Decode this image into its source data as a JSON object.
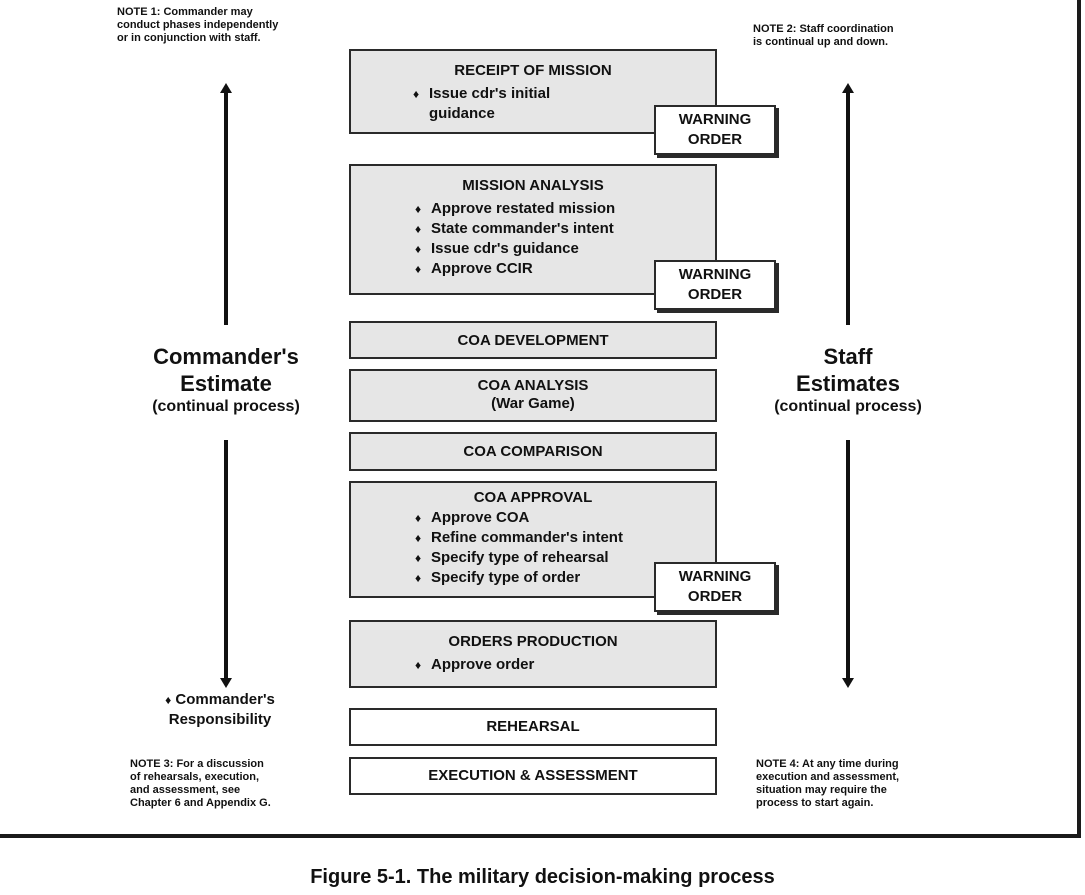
{
  "notes": {
    "note1": [
      "NOTE 1:  Commander may",
      "conduct phases independently",
      "or in conjunction with staff."
    ],
    "note2": [
      "NOTE 2:  Staff coordination",
      "is continual up and down."
    ],
    "note3": [
      "NOTE 3:  For a discussion",
      "of rehearsals, execution,",
      "and assessment, see",
      "Chapter 6 and Appendix G."
    ],
    "note4": [
      "NOTE 4:  At any time during",
      "execution and assessment,",
      "situation may require the",
      "process to start again."
    ]
  },
  "left_side": {
    "title_line1": "Commander's",
    "title_line2": "Estimate",
    "subtitle": "(continual process)",
    "legend_bullet": "♦",
    "legend_line1": "Commander's",
    "legend_line2": "Responsibility"
  },
  "right_side": {
    "title_line1": "Staff",
    "title_line2": "Estimates",
    "subtitle": "(continual process)"
  },
  "bullet_glyph": "♦",
  "phases": {
    "receipt": {
      "title": "RECEIPT OF MISSION",
      "bullets": [
        "Issue cdr's initial",
        "guidance"
      ]
    },
    "mission_analysis": {
      "title": "MISSION ANALYSIS",
      "bullets": [
        "Approve restated mission",
        "State commander's intent",
        "Issue cdr's guidance",
        "Approve CCIR"
      ]
    },
    "coa_development": {
      "title": "COA DEVELOPMENT"
    },
    "coa_analysis": {
      "title": "COA ANALYSIS",
      "subtitle": "(War Game)"
    },
    "coa_comparison": {
      "title": "COA COMPARISON"
    },
    "coa_approval": {
      "title": "COA APPROVAL",
      "bullets": [
        "Approve COA",
        "Refine commander's intent",
        "Specify type of rehearsal",
        "Specify type of order"
      ]
    },
    "orders_production": {
      "title": "ORDERS PRODUCTION",
      "bullets": [
        "Approve order"
      ]
    },
    "rehearsal": {
      "title": "REHEARSAL"
    },
    "execution": {
      "title": "EXECUTION & ASSESSMENT"
    }
  },
  "warning_order": {
    "line1": "WARNING",
    "line2": "ORDER"
  },
  "caption": "Figure 5-1.  The military decision-making process"
}
